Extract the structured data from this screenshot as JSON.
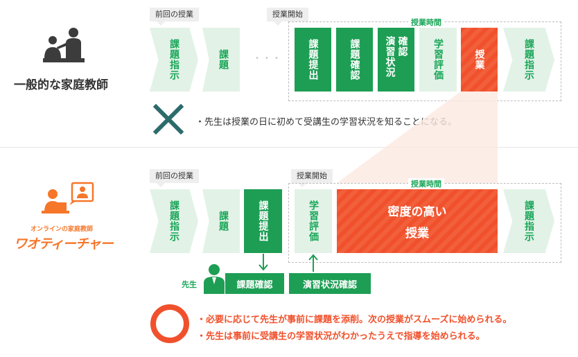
{
  "top": {
    "title": "一般的な家庭教師",
    "tag_prev": "前回の授業",
    "tag_start": "授業開始",
    "period_label": "授業時間",
    "box1": "課題指示",
    "box2": "課題",
    "dots": "・・・",
    "step1": "課題提出",
    "step2": "課題確認",
    "step3a": "確認",
    "step3b": "演習状況",
    "step4": "学習評価",
    "step5": "授業",
    "step6": "課題指示",
    "note": "・先生は授業の日に初めて受講生の学習状況を知ることになる。"
  },
  "bottom": {
    "logo_sub": "オンラインの家庭教師",
    "logo_main": "ワオティーチャー",
    "tag_prev": "前回の授業",
    "tag_start": "授業開始",
    "period_label": "授業時間",
    "box1": "課題指示",
    "box2": "課題",
    "box3": "課題提出",
    "box4": "学習評価",
    "big_line1": "密度の高い",
    "big_line2": "授業",
    "box6": "課題指示",
    "teacher_label": "先生",
    "check1": "課題確認",
    "check2": "演習状況確認",
    "note1": "・必要に応じて先生が事前に課題を添削。次の授業がスムーズに始められる。",
    "note2": "・先生は事前に受講生の学習状況がわかったうえで指導を始められる。"
  },
  "colors": {
    "green": "#1d9e54",
    "light_green": "#e2f2e7",
    "red": "#f0512c",
    "orange": "#f6762a",
    "dark": "#3c3c3c"
  }
}
